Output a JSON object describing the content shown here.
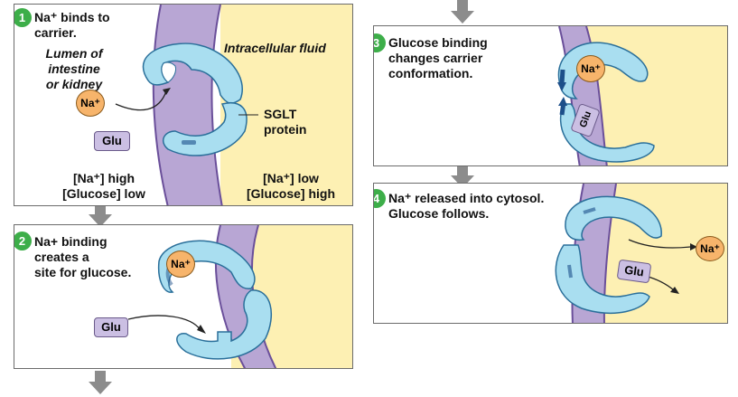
{
  "panels": [
    {
      "step": "1",
      "caption": "Na⁺ binds to\ncarrier.",
      "lumen_label": "Lumen of\nintestine\nor kidney",
      "intracellular_label": "Intracellular fluid",
      "protein_label": "SGLT\nprotein",
      "outside_conc": "[Na⁺] high\n[Glucose] low",
      "inside_conc": "[Na⁺] low\n[Glucose] high",
      "na_label": "Na⁺",
      "glu_label": "Glu"
    },
    {
      "step": "2",
      "caption": "Na+ binding\ncreates a\nsite for glucose.",
      "na_label": "Na⁺",
      "glu_label": "Glu"
    },
    {
      "step": "3",
      "caption": "Glucose binding\nchanges carrier\nconformation.",
      "na_label": "Na⁺",
      "glu_label": "Glu"
    },
    {
      "step": "4",
      "caption": "Na⁺ released into cytosol.\nGlucose follows.",
      "na_label": "Na⁺",
      "glu_label": "Glu"
    }
  ],
  "colors": {
    "intracellular": "#fdf0b3",
    "membrane": "#b8a6d4",
    "membrane_edge": "#6a4f9a",
    "carrier": "#a9def0",
    "carrier_edge": "#2a6f9a",
    "sodium": "#f7b46b",
    "glucose": "#cbbfe3",
    "badge": "#3dae49"
  }
}
